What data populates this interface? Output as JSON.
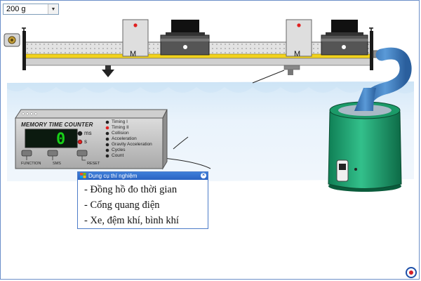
{
  "mass_select": {
    "value": "200 g",
    "arrow_icon": "chevron-down-icon"
  },
  "timer": {
    "title": "MEMORY TIME COUNTER",
    "display_value": "0",
    "units": [
      "ms",
      "s"
    ],
    "selected_unit": "s",
    "modes": [
      "Timing I",
      "Timing II",
      "Collision",
      "Acceleration",
      "Gravity Acceleration",
      "Cycles",
      "Count"
    ],
    "selected_mode": "Timing II",
    "buttons": {
      "function": "FUNCTION",
      "sms": "SMS",
      "reset": "RESET"
    },
    "colors": {
      "display_digit": "#18d018",
      "led_active": "#e02020",
      "led_inactive": "#222222"
    }
  },
  "gates": {
    "label": "M"
  },
  "equipment_panel": {
    "title": "Dụng cụ thí nghiệm",
    "items": [
      "- Đồng hồ đo thời gian",
      "- Cổng quang điện",
      "- Xe, đệm khí, bình khí"
    ]
  },
  "colors": {
    "air_pump": "#22a77a",
    "hose": "#3d7fc8",
    "table_cloth": "#cfe6f8",
    "panel_titlebar": "#2a62c2"
  }
}
